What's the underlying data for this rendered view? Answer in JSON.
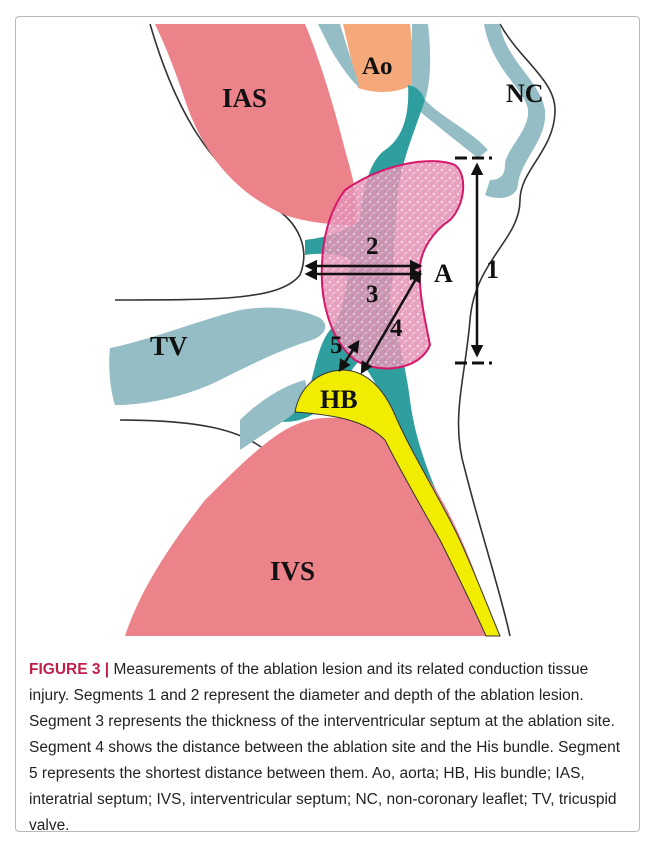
{
  "labels": {
    "ias": "IAS",
    "ao": "Ao",
    "nc": "NC",
    "tv": "TV",
    "hb": "HB",
    "ivs": "IVS",
    "a": "A",
    "seg1": "1",
    "seg2": "2",
    "seg3": "3",
    "seg4": "4",
    "seg5": "5"
  },
  "caption": {
    "figure_label": "FIGURE 3 |",
    "text": " Measurements of the ablation lesion and its related conduction tissue injury. Segments 1 and 2 represent the diameter and depth of the ablation lesion. Segment 3 represents the thickness of the interventricular septum at the ablation site. Segment 4 shows the distance between the ablation site and the His bundle. Segment 5 represents the shortest distance between them. Ao, aorta; HB, His bundle; IAS, interatrial septum; IVS, interventricular septum; NC, non-coronary leaflet; TV, tricuspid valve."
  },
  "colors": {
    "septum": "#ec828a",
    "aorta": "#f5a97a",
    "leaflet": "#95bdc6",
    "conduction": "#2f9e9e",
    "his": "#f2ec00",
    "lesion_fill": "#e88cb0",
    "lesion_edge": "#d6186a",
    "caption_accent": "#c11f4a"
  }
}
